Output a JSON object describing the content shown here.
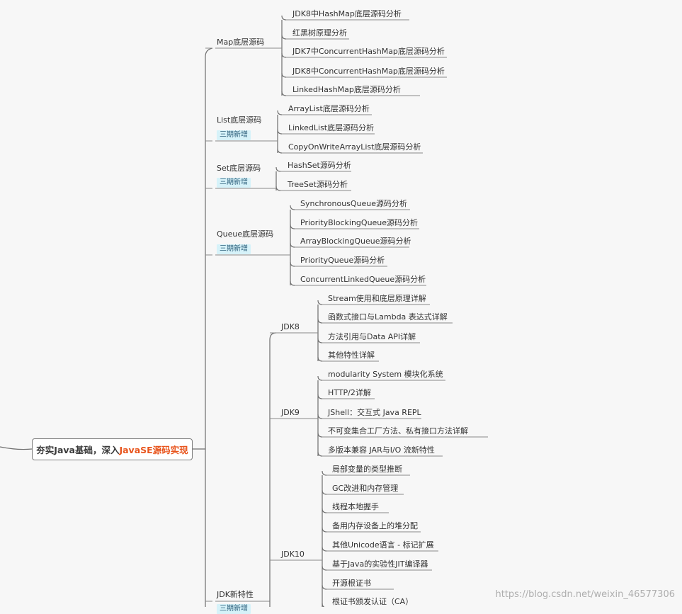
{
  "root": {
    "prefix": "夯实Java基础，深入",
    "highlight": "JavaSE源码实现"
  },
  "badge_text": "三期新增",
  "branches": [
    {
      "id": "map",
      "label": "Map底层源码",
      "children": [
        "JDK8中HashMap底层源码分析",
        "红黑树原理分析",
        "JDK7中ConcurrentHashMap底层源码分析",
        "JDK8中ConcurrentHashMap底层源码分析",
        "LinkedHashMap底层源码分析"
      ]
    },
    {
      "id": "list",
      "label": "List底层源码",
      "badge": true,
      "children": [
        "ArrayList底层源码分析",
        "LinkedList底层源码分析",
        "CopyOnWriteArrayList底层源码分析"
      ]
    },
    {
      "id": "set",
      "label": "Set底层源码",
      "badge": true,
      "children": [
        "HashSet源码分析",
        "TreeSet源码分析"
      ]
    },
    {
      "id": "queue",
      "label": "Queue底层源码",
      "badge": true,
      "children": [
        "SynchronousQueue源码分析",
        "PriorityBlockingQueue源码分析",
        "ArrayBlockingQueue源码分析",
        "PriorityQueue源码分析",
        "ConcurrentLinkedQueue源码分析"
      ]
    },
    {
      "id": "jdk",
      "label": "JDK新特性",
      "badge": true,
      "subgroups": [
        {
          "id": "jdk8",
          "label": "JDK8",
          "children": [
            "Stream使用和底层原理详解",
            "函数式接口与Lambda 表达式详解",
            "方法引用与Data API详解",
            "其他特性详解"
          ]
        },
        {
          "id": "jdk9",
          "label": "JDK9",
          "children": [
            "modularity System 模块化系统",
            "HTTP/2详解",
            "JShell：交互式 Java REPL",
            "不可变集合工厂方法、私有接口方法详解",
            "多版本兼容 JAR与I/O 流新特性"
          ]
        },
        {
          "id": "jdk10",
          "label": "JDK10",
          "children": [
            "局部变量的类型推断",
            "GC改进和内存管理",
            "线程本地握手",
            "备用内存设备上的堆分配",
            "其他Unicode语言 - 标记扩展",
            "基于Java的实验性JIT编译器",
            "开源根证书",
            "根证书颁发认证（CA）"
          ]
        }
      ]
    }
  ],
  "watermark": "https://blog.csdn.net/weixin_46577306"
}
